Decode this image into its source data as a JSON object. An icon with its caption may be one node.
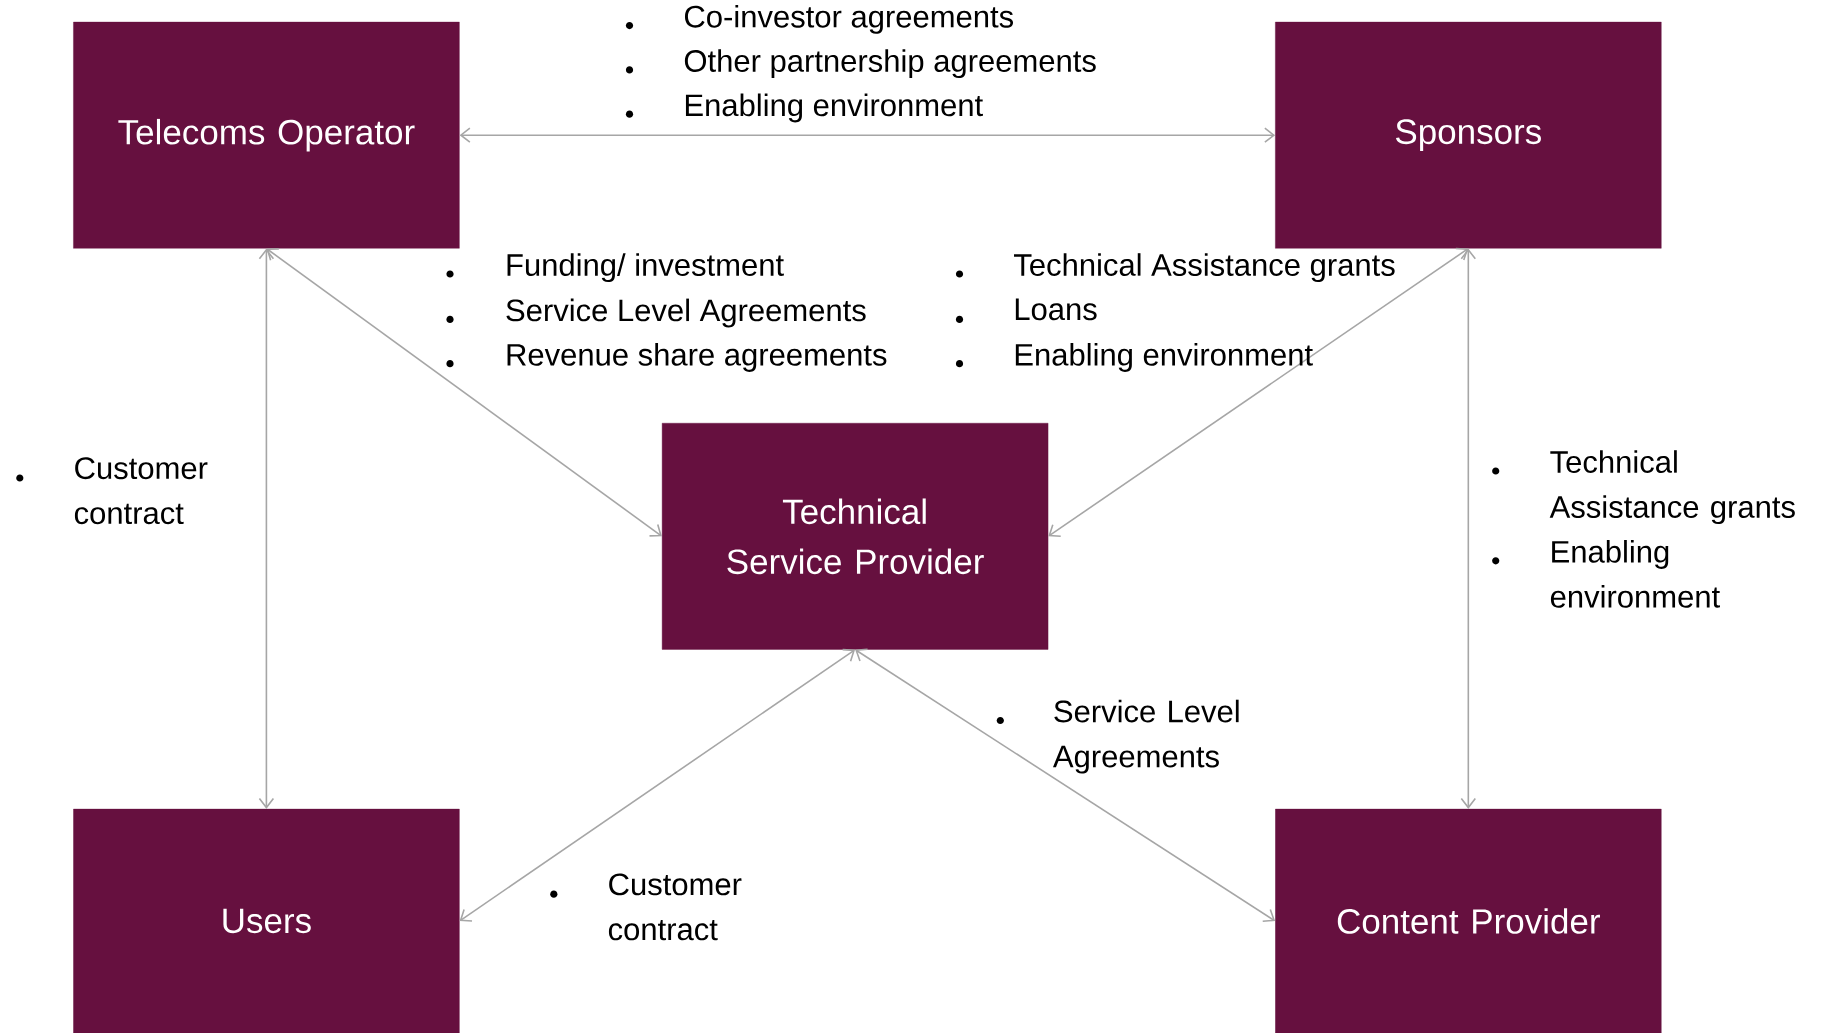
{
  "diagram": {
    "nodes": [
      {
        "text": [
          "Telecoms Operator"
        ]
      },
      {
        "text": [
          "Sponsors"
        ]
      },
      {
        "text": [
          "Technical Service Provider"
        ]
      },
      {
        "text": [
          "Users"
        ]
      },
      {
        "text": [
          "Content Provider"
        ]
      }
    ],
    "edges": [
      {
        "from": 0,
        "to": 1,
        "arrow": "both"
      },
      {
        "from": 0,
        "to": 2,
        "arrow": "both"
      },
      {
        "from": 1,
        "to": 2,
        "arrow": "both"
      },
      {
        "from": 0,
        "to": 3,
        "arrow": "both"
      },
      {
        "from": 1,
        "to": 4,
        "arrow": "both"
      },
      {
        "from": 2,
        "to": 3,
        "arrow": "both"
      },
      {
        "from": 2,
        "to": 4,
        "arrow": "both"
      }
    ],
    "labels": [
      "Co-investor agreements",
      "Other partnership agreements",
      "Enabling environment",
      "Funding/ investment",
      "Service Level Agreements",
      "Revenue share agreements",
      "Technical Assistance grants",
      "Loans",
      "Enabling environment",
      "Customer contract",
      "Technical Assistance grants",
      "Enabling environment",
      "Service Level Agreements",
      "Customer contract"
    ]
  }
}
